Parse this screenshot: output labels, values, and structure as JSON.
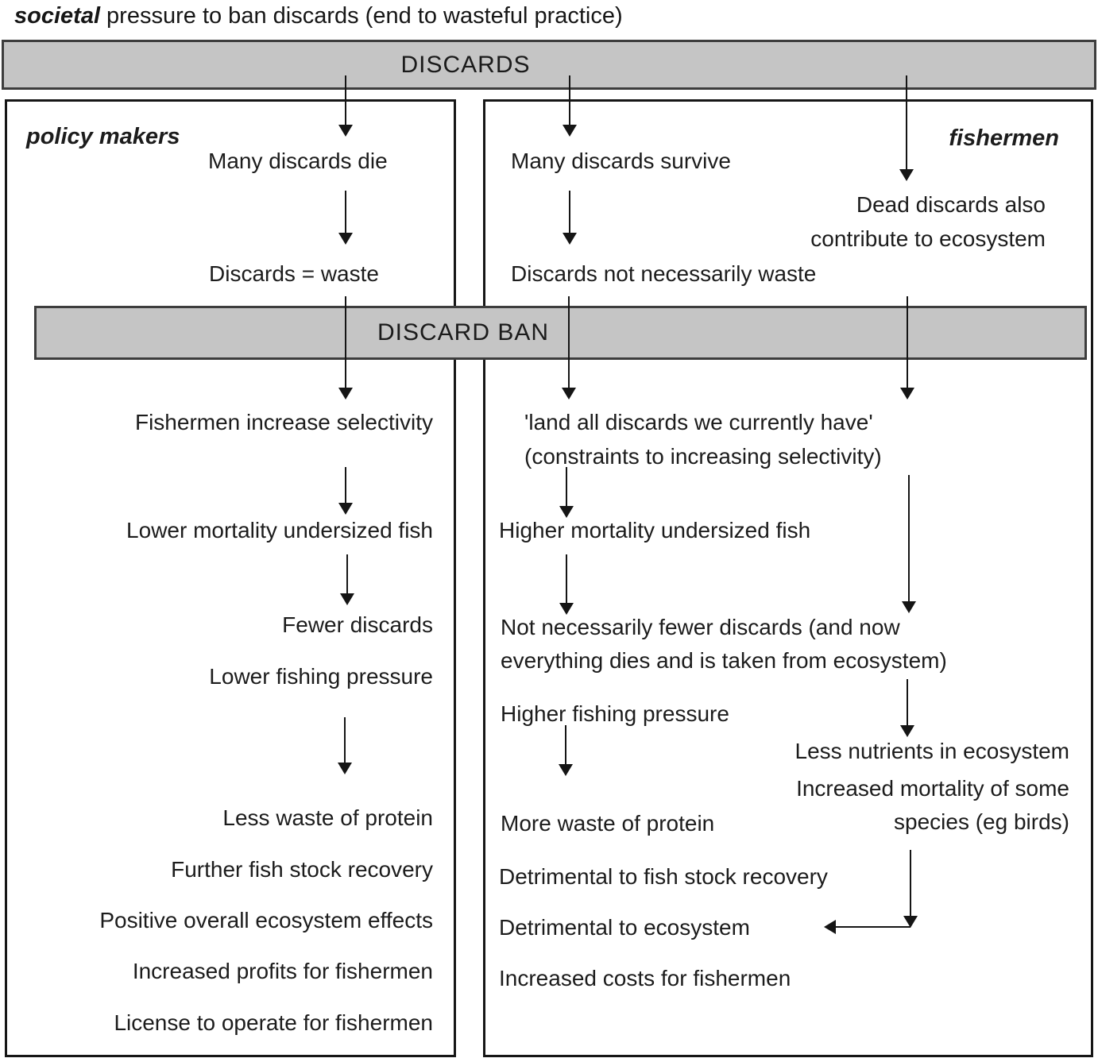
{
  "figure": {
    "title_emphasis": "societal",
    "title_rest": " pressure to ban discards (end to wasteful practice)"
  },
  "banners": {
    "top": "DISCARDS",
    "middle": "DISCARD BAN"
  },
  "left_panel": {
    "heading": "policy makers",
    "many_die": "Many discards die",
    "waste": "Discards = waste",
    "selectivity": "Fishermen increase selectivity",
    "lower_mortality": "Lower mortality undersized fish",
    "fewer_discards": "Fewer discards",
    "lower_pressure": "Lower fishing pressure",
    "outcomes": [
      "Less waste of protein",
      "Further fish stock recovery",
      "Positive overall ecosystem effects",
      "Increased profits for fishermen",
      "License to operate for fishermen"
    ]
  },
  "right_panel": {
    "heading": "fishermen",
    "many_survive": "Many discards survive",
    "dead_discards_line1": "Dead discards also",
    "dead_discards_line2": "contribute to ecosystem",
    "not_waste": "Discards not necessarily waste",
    "land_all_line1": "'land all discards we currently have'",
    "land_all_line2": "(constraints to increasing selectivity)",
    "higher_mortality": "Higher mortality undersized fish",
    "not_fewer_line1": "Not necessarily fewer discards (and now",
    "not_fewer_line2": "everything dies and is taken from ecosystem)",
    "higher_pressure": "Higher fishing pressure",
    "less_nutrients": "Less nutrients in ecosystem",
    "increased_mortality_line1": "Increased mortality of some",
    "increased_mortality_line2": "species (eg birds)",
    "more_waste": "More waste of protein",
    "detrimental_stock": "Detrimental to fish stock recovery",
    "detrimental_ecosystem": "Detrimental to ecosystem",
    "increased_costs": "Increased costs for fishermen"
  },
  "colors": {
    "banner_fill": "#c5c5c5",
    "banner_border": "#3d3d3d",
    "ink": "#1c1c1c"
  }
}
